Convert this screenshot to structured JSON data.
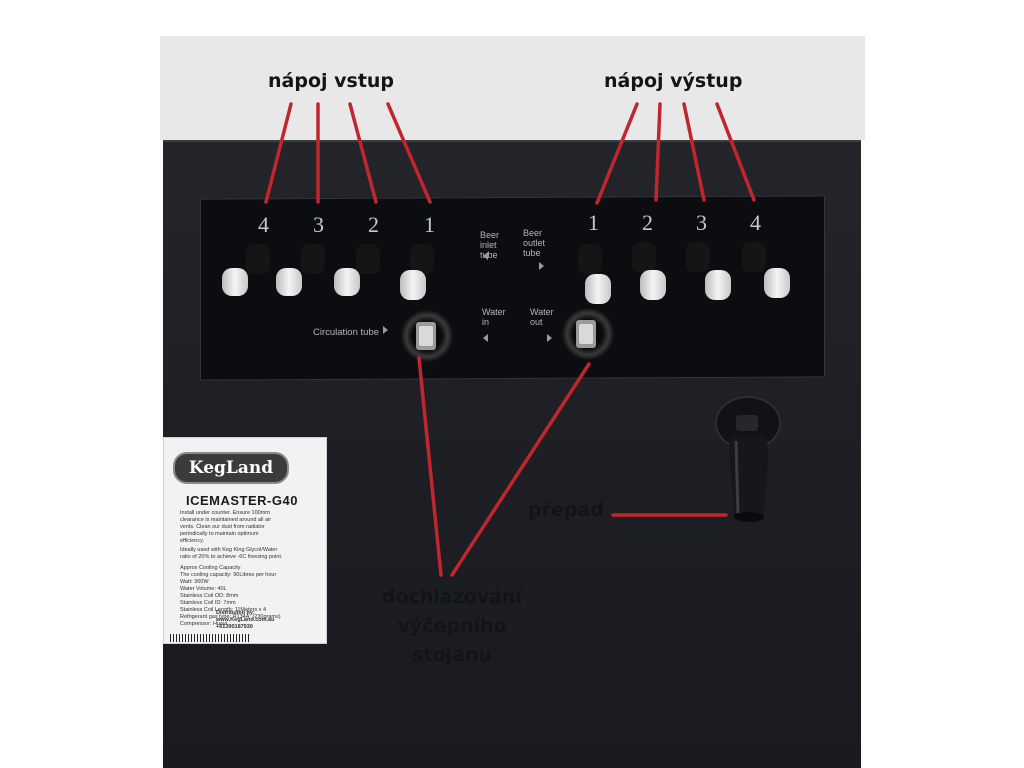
{
  "annotations": {
    "inlet_title": "nápoj vstup",
    "outlet_title": "nápoj výstup",
    "overflow": "přepad",
    "cooling_line1": "dochlazování",
    "cooling_line2": "výčepního",
    "cooling_line3": "stojanu"
  },
  "panel": {
    "inlet_numbers": [
      "4",
      "3",
      "2",
      "1"
    ],
    "outlet_numbers": [
      "1",
      "2",
      "3",
      "4"
    ],
    "beer_inlet_label": [
      "Beer",
      "inlet",
      "tube"
    ],
    "beer_outlet_label": [
      "Beer",
      "outlet",
      "tube"
    ],
    "water_in_label": [
      "Water",
      "in"
    ],
    "water_out_label": [
      "Water",
      "out"
    ],
    "circulation_label": "Circulation tube"
  },
  "label": {
    "brand": "KegLand",
    "model": "ICEMASTER-G40",
    "lines": [
      "Install under counter. Ensure 100mm",
      "clearance is maintained around all air",
      "vents. Clean our dust from radiator",
      "periodically to maintain optimum",
      "efficiency.",
      "Ideally used with Keg King Glycol/Water",
      "ratio of 20% to achieve -6C freezing point.",
      "Approx Cooling Capacity",
      "The cooling capacity: 90Libres per hour",
      "Watt: 360W",
      "Water Volume: 40L",
      "Stainless Coil OD: 8mm",
      "Stainless Coil ID: 7mm",
      "Stainless Coil Length: 11Meters x 4",
      "Refrigerant gas type: R134A: (230grams)",
      "Compressor: Huayi"
    ],
    "distributed_by": "Distributed by:",
    "website": "www.KegLand.com.au",
    "phone": "+61390187930"
  },
  "colors": {
    "annotation_line": "#c0262c",
    "cabinet": "#1e2025",
    "panel": "#0c0d10",
    "cap": "#e9e9e9"
  }
}
